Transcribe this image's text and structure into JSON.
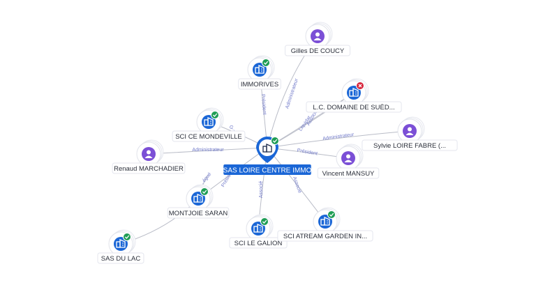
{
  "graph": {
    "center": {
      "label": "SAS LOIRE CENTRE IMMO",
      "kind": "company",
      "status": "active"
    },
    "nodes": [
      {
        "id": "gilles",
        "label": "Gilles DE COUCY",
        "kind": "person",
        "status": ""
      },
      {
        "id": "immorives",
        "label": "IMMORIVES",
        "kind": "company",
        "status": "active"
      },
      {
        "id": "lc",
        "label": "L.C. DOMAINE DE SUÈD...",
        "kind": "company",
        "status": "closed"
      },
      {
        "id": "scice",
        "label": "SCI CE MONDEVILLE",
        "kind": "company",
        "status": "active"
      },
      {
        "id": "sylvie",
        "label": "Sylvie LOIRE FABRE (...",
        "kind": "person",
        "status": ""
      },
      {
        "id": "renaud",
        "label": "Renaud MARCHADIER",
        "kind": "person",
        "status": ""
      },
      {
        "id": "vincent",
        "label": "Vincent MANSUY",
        "kind": "person",
        "status": ""
      },
      {
        "id": "montjoie",
        "label": "MONTJOIE SARAN",
        "kind": "company",
        "status": "active"
      },
      {
        "id": "galion",
        "label": "SCI LE GALION",
        "kind": "company",
        "status": "active"
      },
      {
        "id": "atream",
        "label": "SCI ATREAM GARDEN IN...",
        "kind": "company",
        "status": "active"
      },
      {
        "id": "sasdulac",
        "label": "SAS DU LAC",
        "kind": "company",
        "status": "active"
      }
    ],
    "edges": [
      {
        "from": "center",
        "to": "gilles",
        "label": "Administrateur"
      },
      {
        "from": "center",
        "to": "immorives",
        "label": "Président"
      },
      {
        "from": "center",
        "to": "lc",
        "label": "Liquidat..."
      },
      {
        "from": "center",
        "to": "lc",
        "label": "Associé"
      },
      {
        "from": "center",
        "to": "scice",
        "label": "G..."
      },
      {
        "from": "center",
        "to": "sylvie",
        "label": "Administrateur"
      },
      {
        "from": "center",
        "to": "renaud",
        "label": "Administrateur"
      },
      {
        "from": "center",
        "to": "vincent",
        "label": "Président"
      },
      {
        "from": "center",
        "to": "montjoie",
        "label": "Président"
      },
      {
        "from": "center",
        "to": "galion",
        "label": "Associé"
      },
      {
        "from": "center",
        "to": "atream",
        "label": "Associé"
      },
      {
        "from": "montjoie",
        "to": "montjoie",
        "label": "...égué"
      },
      {
        "from": "montjoie",
        "to": "sasdulac",
        "label": ""
      }
    ],
    "colors": {
      "edge": "#b9bcc7",
      "edge_label": "#7079c9",
      "company": "#1a66d6",
      "person": "#7b4fd6",
      "active_badge": "#1f9d55",
      "closed_badge": "#d7263d",
      "center_label_bg": "#1a66d6"
    },
    "icons": {
      "company": "building-icon",
      "person": "person-icon",
      "active": "check-badge-icon",
      "closed": "cross-badge-icon"
    }
  }
}
